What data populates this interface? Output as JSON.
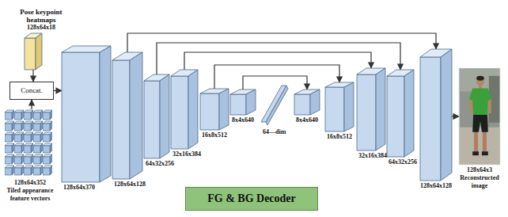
{
  "diagram": {
    "nodes": [
      {
        "text": [
          "Pose keypoint heatmaps",
          "128x64x18"
        ]
      },
      {
        "text": [
          "Concat."
        ]
      },
      {
        "text": [
          "128x64x352",
          "Tiled appearance feature vectors"
        ]
      },
      {
        "text": [
          "128x64x370"
        ]
      },
      {
        "text": [
          "128x64x128"
        ]
      },
      {
        "text": [
          "64x32x256"
        ]
      },
      {
        "text": [
          "32x16x384"
        ]
      },
      {
        "text": [
          "16x8x512"
        ]
      },
      {
        "text": [
          "8x4x640"
        ]
      },
      {
        "text": [
          "64—dim"
        ]
      },
      {
        "text": [
          "8x4x640"
        ]
      },
      {
        "text": [
          "16x8x512"
        ]
      },
      {
        "text": [
          "32x16x384"
        ]
      },
      {
        "text": [
          "64x32x256"
        ]
      },
      {
        "text": [
          "128x64x128"
        ]
      },
      {
        "text": [
          "128x64x3",
          "Reconstructed image"
        ]
      },
      {
        "text": [
          "FG & BG Decoder"
        ]
      }
    ],
    "edges": [
      {
        "from": 0,
        "to": 1,
        "arrow": "to"
      },
      {
        "from": 2,
        "to": 1,
        "arrow": "to"
      },
      {
        "from": 1,
        "to": 3,
        "arrow": "to"
      },
      {
        "from": 4,
        "to": 14,
        "arrow": "to"
      },
      {
        "from": 5,
        "to": 13,
        "arrow": "to"
      },
      {
        "from": 6,
        "to": 12,
        "arrow": "to"
      },
      {
        "from": 7,
        "to": 11,
        "arrow": "to"
      },
      {
        "from": 8,
        "to": 10,
        "arrow": "to"
      },
      {
        "from": 14,
        "to": 15,
        "arrow": "to"
      }
    ]
  }
}
